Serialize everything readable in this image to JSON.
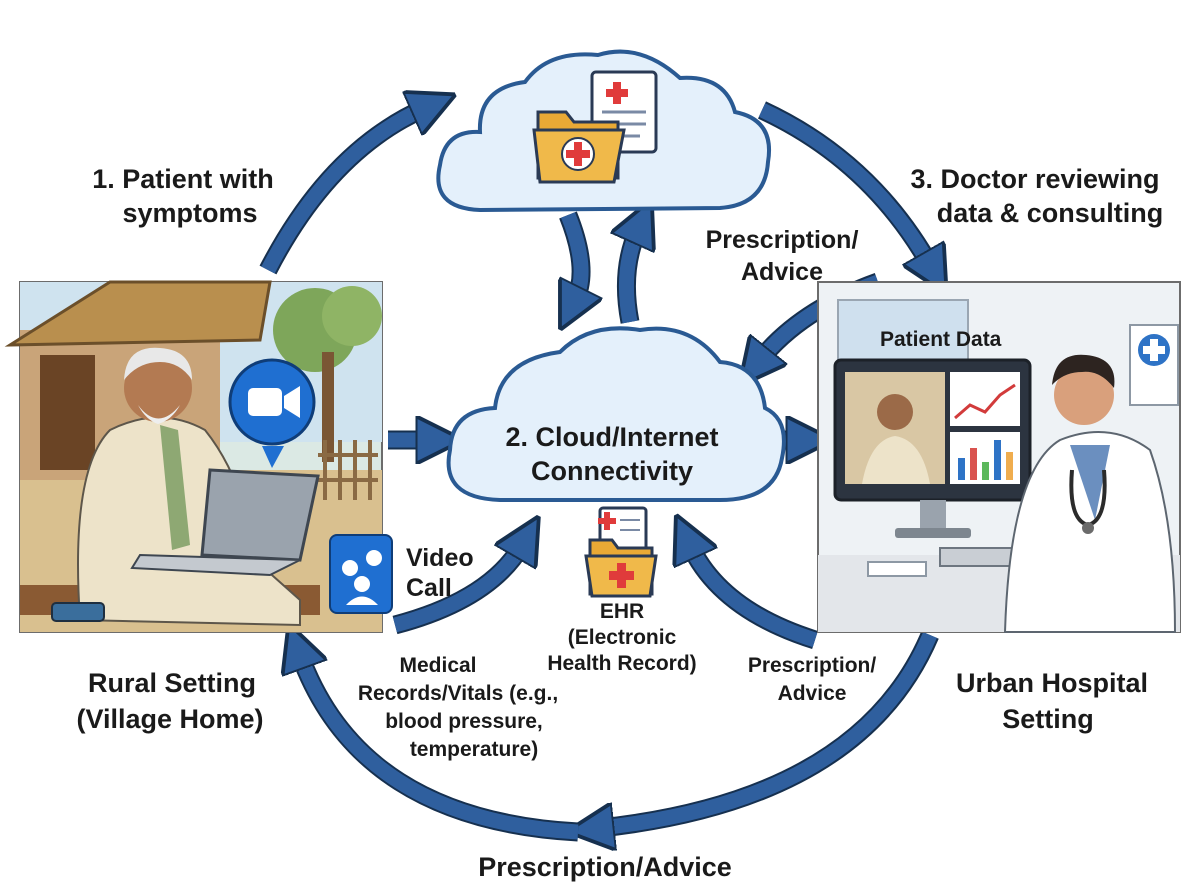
{
  "steps": {
    "patient": [
      "1. Patient with",
      "symptoms"
    ],
    "cloud": [
      "2. Cloud/Internet",
      "Connectivity"
    ],
    "doctor": [
      "3. Doctor reviewing",
      "data & consulting"
    ]
  },
  "settings": {
    "rural": [
      "Rural Setting",
      "(Village Home)"
    ],
    "urban": [
      "Urban Hospital",
      "Setting"
    ]
  },
  "labels": {
    "video_call": [
      "Video",
      "Call"
    ],
    "patient_data": "Patient Data",
    "ehr": [
      "EHR",
      "(Electronic",
      "Health Record)"
    ],
    "medical_records": [
      "Medical",
      "Records/Vitals (e.g.,",
      "blood pressure,",
      "temperature)"
    ],
    "prescription_top": [
      "Prescription/",
      "Advice"
    ],
    "prescription_right": [
      "Prescription/",
      "Advice"
    ],
    "prescription_bottom": "Prescription/Advice"
  },
  "icons": [
    "video-camera-icon",
    "group-call-icon",
    "medical-folder-icon",
    "medical-document-icon",
    "medical-cross-icon",
    "cloud-icon"
  ],
  "colors": {
    "arrow": "#2f5f9e",
    "cloud_fill": "#e4f0fb",
    "cloud_stroke": "#2a5a93",
    "folder": "#f0b94a",
    "cross": "#e03b3b",
    "video_badge": "#1f6fd1"
  }
}
